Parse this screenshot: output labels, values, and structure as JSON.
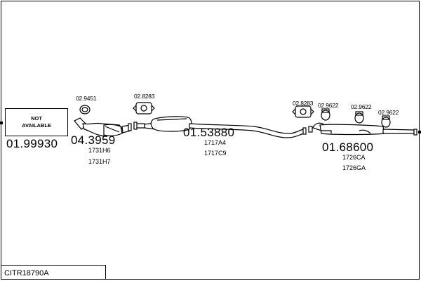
{
  "not_available": {
    "line1": "NOT",
    "line2": "AVAILABLE"
  },
  "parts": {
    "p1": {
      "number": "01.99930"
    },
    "p2": {
      "number": "04.3959",
      "codes": [
        "1731H6",
        "1731H7"
      ]
    },
    "p3": {
      "number": "01.53880",
      "codes": [
        "1717A4",
        "1717C9"
      ]
    },
    "p4": {
      "number": "01.68600",
      "codes": [
        "1726CA",
        "1726GA"
      ]
    }
  },
  "accessories": {
    "a1": "02.9451",
    "a2": "02.8283",
    "a3": "02.8283",
    "a4": "02.9622",
    "a5": "02.9622",
    "a6": "02.9622"
  },
  "reference": "CITR18790A"
}
